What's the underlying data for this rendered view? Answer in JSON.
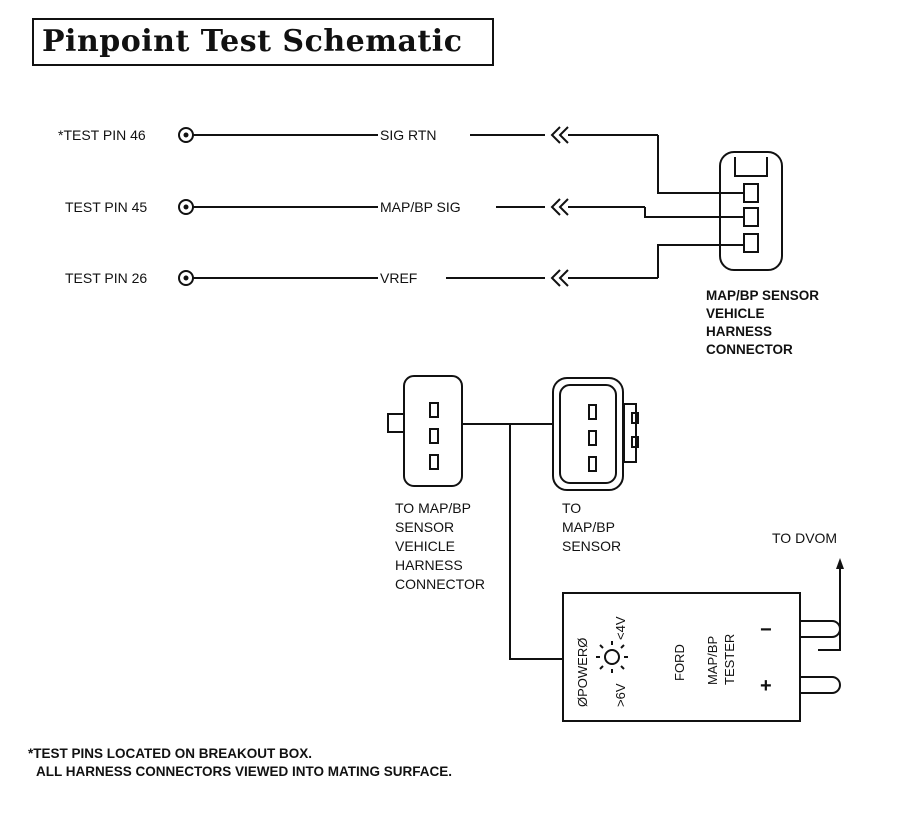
{
  "title": "Pinpoint Test Schematic",
  "pins": [
    {
      "label": "*TEST PIN 46",
      "wire": "SIG RTN"
    },
    {
      "label": "TEST PIN 45",
      "wire": "MAP/BP SIG"
    },
    {
      "label": "TEST PIN 26",
      "wire": "VREF"
    }
  ],
  "harness_label": [
    "MAP/BP SENSOR",
    "VEHICLE",
    "HARNESS",
    "CONNECTOR"
  ],
  "breakout_left_label": [
    "TO MAP/BP",
    "SENSOR",
    "VEHICLE",
    "HARNESS",
    "CONNECTOR"
  ],
  "breakout_right_label": [
    "TO",
    "MAP/BP",
    "SENSOR"
  ],
  "dvom_label": "TO DVOM",
  "tester": {
    "power": "ØPOWERØ",
    "voltage_low": ">6V",
    "voltage_high": "<4V",
    "brand": "FORD",
    "name_line1": "MAP/BP",
    "name_line2": "TESTER",
    "minus": "−",
    "plus": "+"
  },
  "footnote": {
    "line1": "*TEST PINS LOCATED ON BREAKOUT BOX.",
    "line2": "ALL HARNESS CONNECTORS VIEWED INTO MATING SURFACE."
  }
}
